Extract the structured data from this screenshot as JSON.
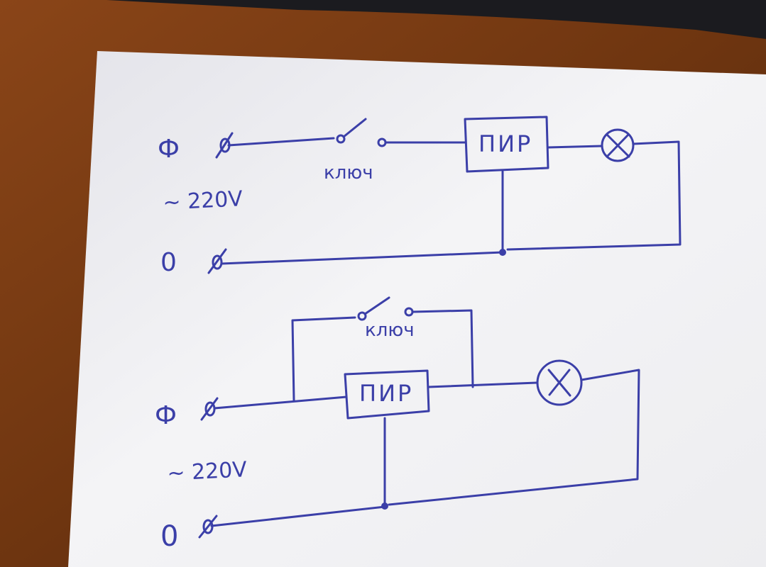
{
  "diagram_1": {
    "phase_symbol": "Ф",
    "voltage": "~ 220V",
    "neutral_symbol": "0",
    "switch_label": "ключ",
    "sensor_label": "ПИР"
  },
  "diagram_2": {
    "phase_symbol": "Ф",
    "voltage": "~ 220V",
    "neutral_symbol": "0",
    "switch_label": "ключ",
    "sensor_label": "ПИР"
  },
  "colors": {
    "ink": "#3b3fa8",
    "paper": "#f1f1f3",
    "desk": "#7a3a12"
  },
  "icons": [
    "lamp-icon",
    "terminal-icon",
    "switch-icon",
    "junction-dot-icon"
  ]
}
